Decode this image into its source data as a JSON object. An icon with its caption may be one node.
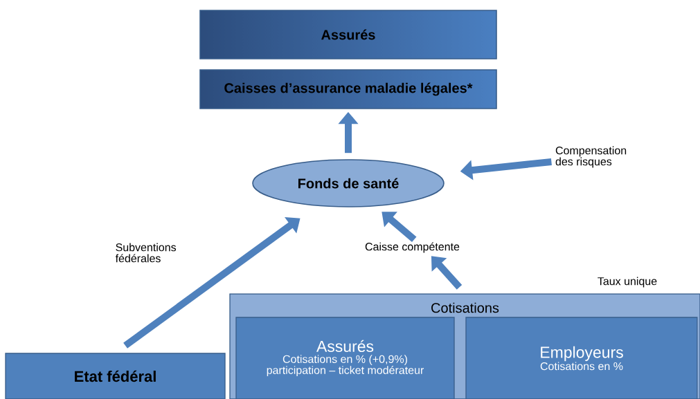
{
  "diagram": {
    "nodes": [
      {
        "text": [
          "Assurés"
        ]
      },
      {
        "text": [
          "Caisses d’assurance maladie légales*"
        ]
      },
      {
        "text": [
          "Fonds de santé"
        ]
      },
      {
        "text": [
          "Compensation des risques"
        ]
      },
      {
        "text": [
          "Caisse compétente"
        ]
      },
      {
        "text": [
          "Cotisations"
        ],
        "beside": [
          "Taux unique"
        ]
      },
      {
        "text": [
          "Assurés",
          "Cotisations en % (+0,9%) participation – ticket modérateur"
        ],
        "in": 5
      },
      {
        "text": [
          "Employeurs",
          "Cotisations en %"
        ],
        "in": 5
      },
      {
        "text": [
          "Etat fédéral"
        ]
      }
    ],
    "edges": [
      {
        "from": 2,
        "to": 1,
        "arrow": "to"
      },
      {
        "from": 3,
        "to": 2,
        "arrow": "to"
      },
      {
        "from": 4,
        "to": 2,
        "arrow": "to"
      },
      {
        "from": 5,
        "to": 4,
        "arrow": "to"
      },
      {
        "from": 8,
        "to": 2,
        "arrow": "to",
        "label": "Subventions fédérales"
      }
    ]
  }
}
